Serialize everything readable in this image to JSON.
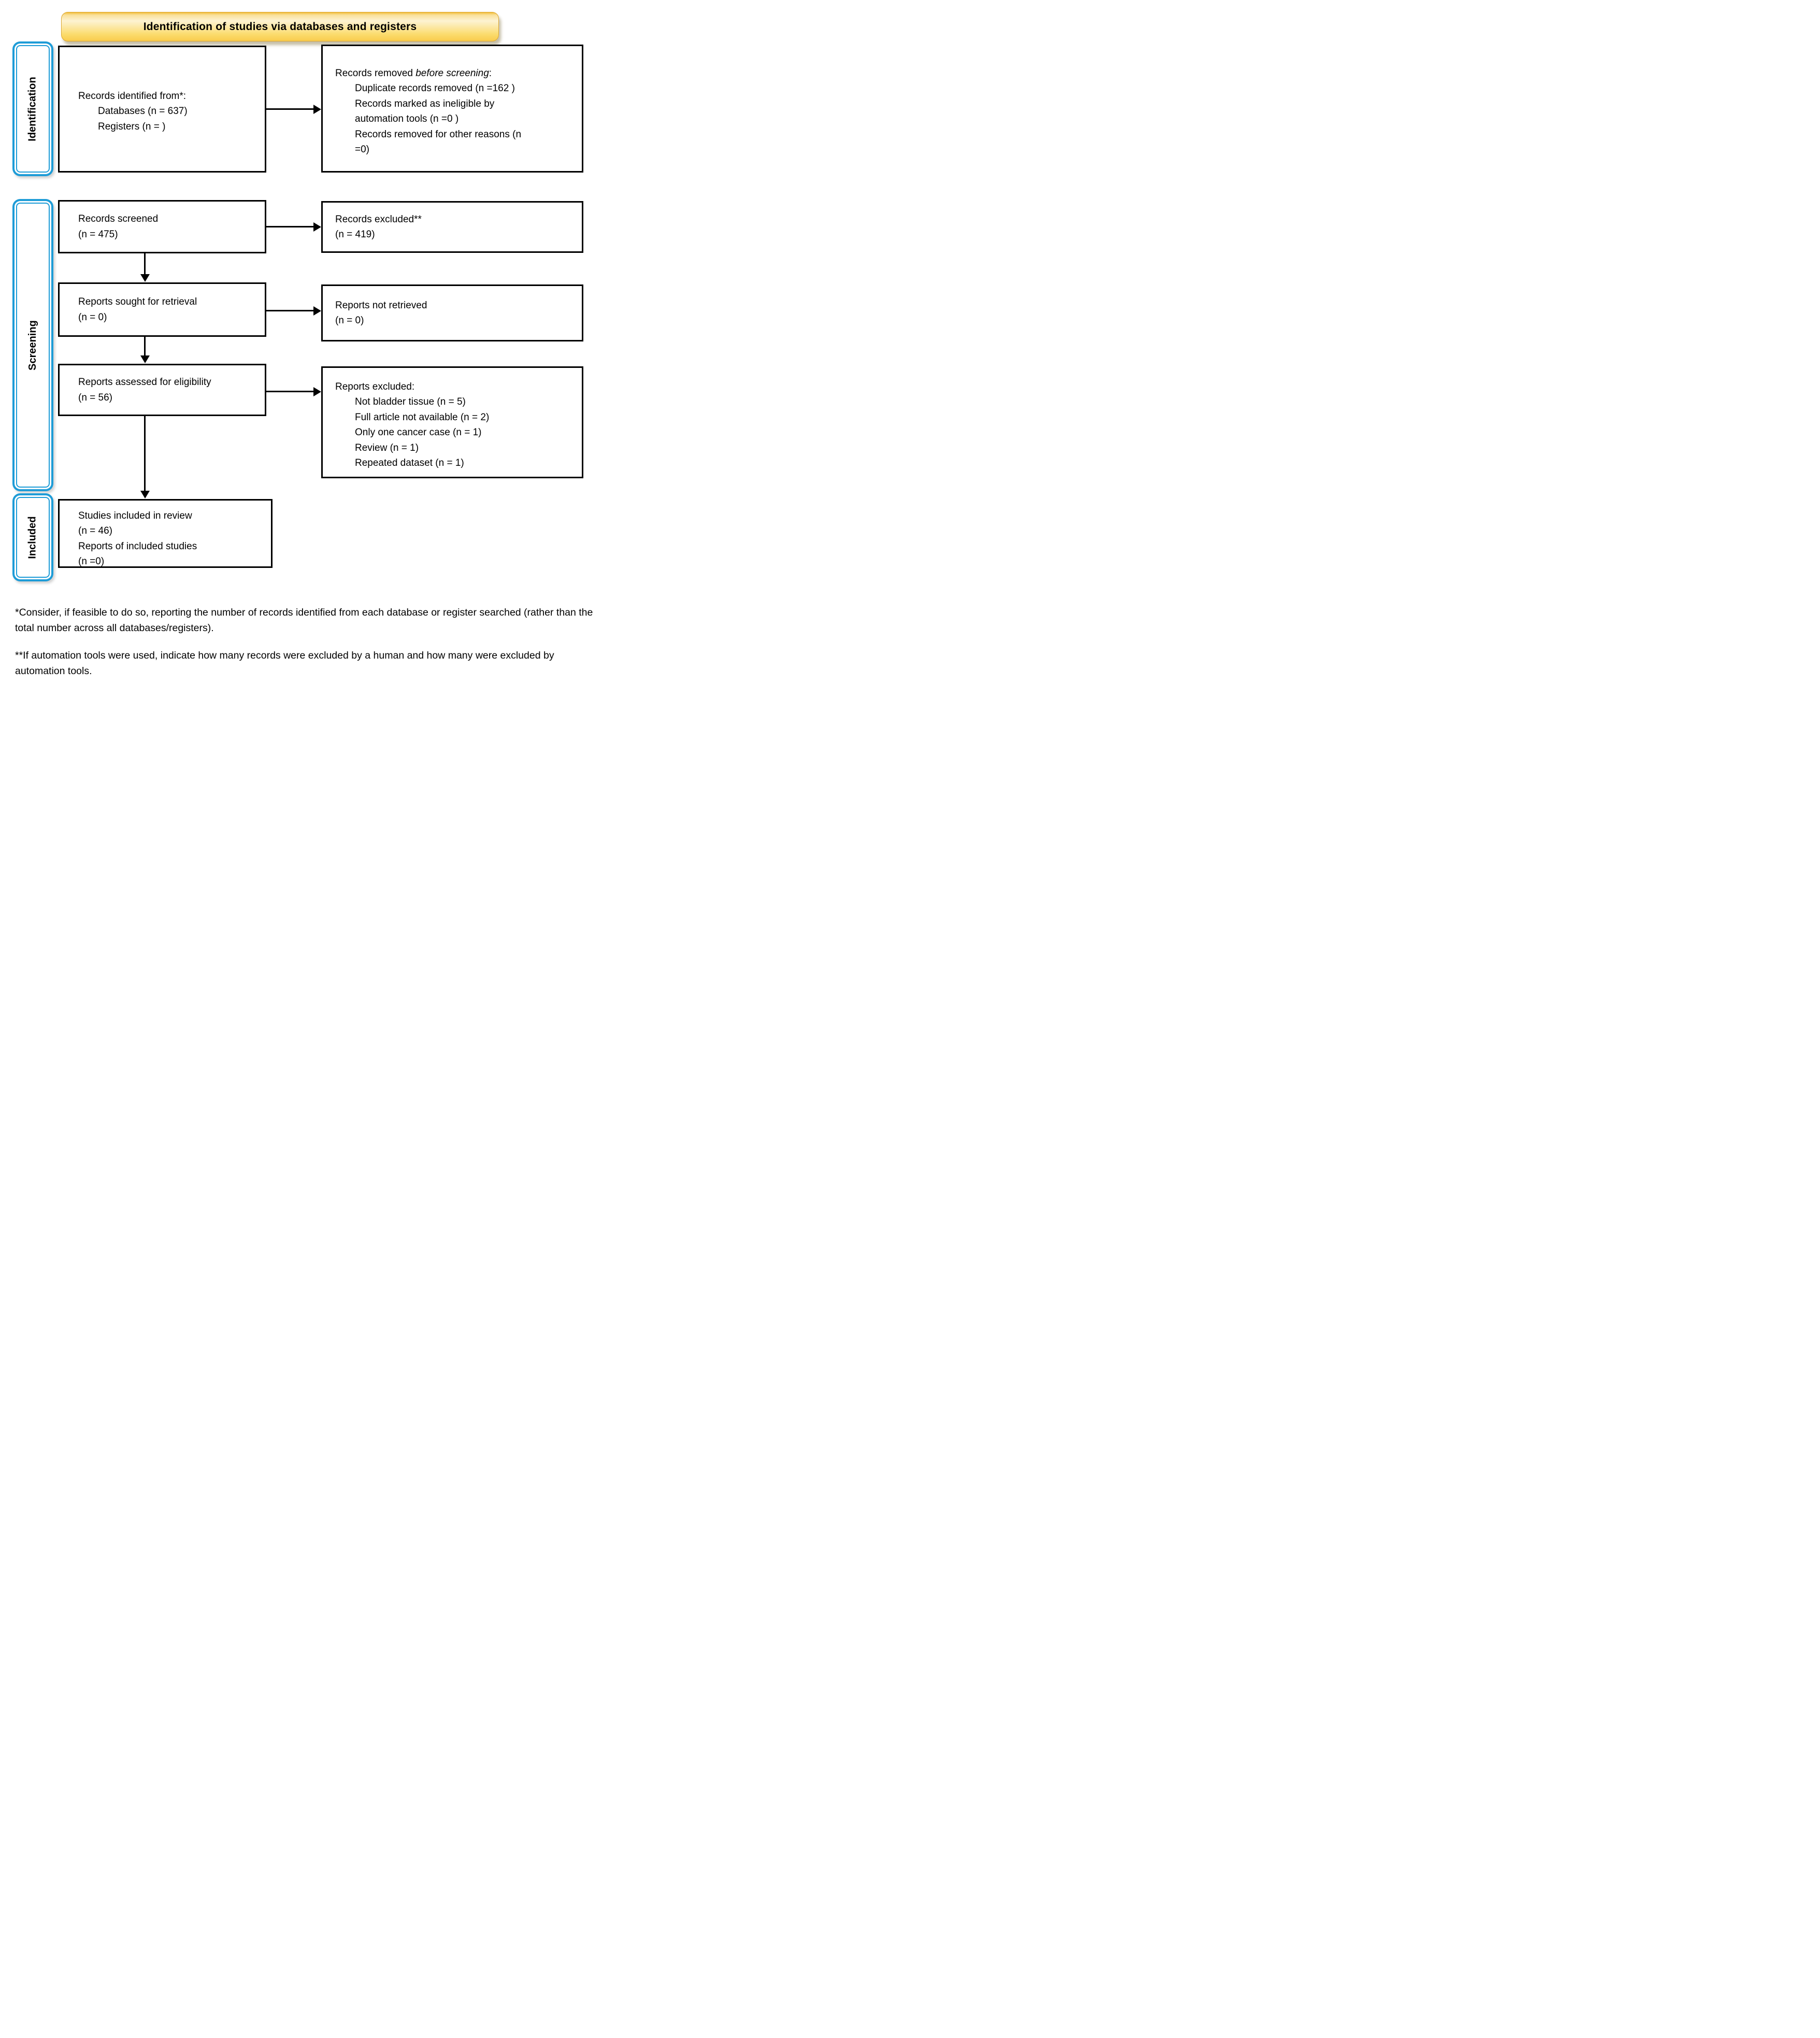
{
  "title": "Identification of studies via databases and registers",
  "sidebar": {
    "stages": [
      {
        "id": "identification",
        "label": "Identification"
      },
      {
        "id": "screening",
        "label": "Screening"
      },
      {
        "id": "included",
        "label": "Included"
      }
    ]
  },
  "boxes": {
    "records_identified": {
      "heading": "Records identified from*:",
      "items": [
        "Databases (n = 637)",
        "Registers (n = )"
      ]
    },
    "records_removed": {
      "intro_prefix": "Records removed ",
      "intro_italic": "before screening",
      "intro_suffix": ":",
      "items": [
        "Duplicate records removed  (n =162 )",
        "Records marked as ineligible by",
        "automation tools (n =0 )",
        "Records removed for other reasons (n",
        "=0)"
      ]
    },
    "records_screened": {
      "lines": [
        "Records screened",
        "(n = 475)"
      ]
    },
    "records_excluded": {
      "lines": [
        "Records excluded**",
        "(n = 419)"
      ]
    },
    "reports_sought": {
      "lines": [
        "Reports sought for retrieval",
        "(n = 0)"
      ]
    },
    "reports_not_retrieved": {
      "lines": [
        "Reports not retrieved",
        "(n = 0)"
      ]
    },
    "reports_assessed": {
      "lines": [
        "Reports assessed for eligibility",
        "(n = 56)"
      ]
    },
    "reports_excluded": {
      "heading": "Reports excluded:",
      "items": [
        "Not bladder tissue (n = 5)",
        "Full article not available (n = 2)",
        "Only one cancer case (n = 1)",
        "Review  (n = 1)",
        "Repeated dataset  (n = 1)"
      ]
    },
    "studies_included": {
      "lines": [
        "Studies included in review",
        "(n = 46)",
        "Reports of included studies",
        "(n =0)"
      ]
    }
  },
  "footnotes": [
    "*Consider, if feasible to do so, reporting the number of records identified from each database or register searched (rather than the total number across all databases/registers).",
    "**If automation tools were used, indicate how many records were excluded by a human and how many were excluded by automation tools."
  ],
  "colors": {
    "stage_border_blue": "#1E9CD7",
    "title_gradient_top": "#F3BE3A",
    "title_gradient_light": "#FDF3D2",
    "title_gradient_bottom": "#F9CC4E",
    "box_border": "#000000",
    "background": "#FFFFFF"
  }
}
